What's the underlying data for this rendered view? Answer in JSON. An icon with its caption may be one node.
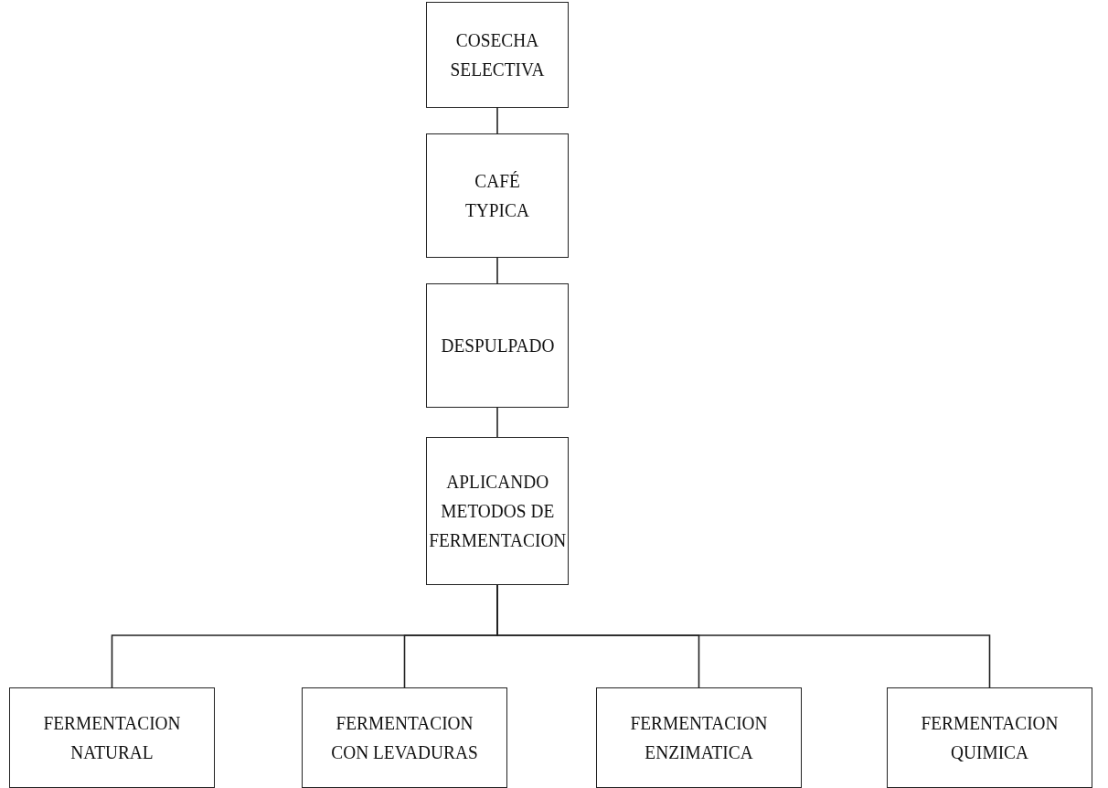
{
  "diagram": {
    "nodes": [
      {
        "text": [
          "COSECHA SELECTIVA"
        ]
      },
      {
        "text": [
          "CAFÉ TYPICA"
        ]
      },
      {
        "text": [
          "DESPULPADO"
        ]
      },
      {
        "text": [
          "APLICANDO METODOS DE FERMENTACION"
        ]
      },
      {
        "text": [
          "FERMENTACION NATURAL"
        ]
      },
      {
        "text": [
          "FERMENTACION CON LEVADURAS"
        ]
      },
      {
        "text": [
          "FERMENTACION ENZIMATICA"
        ]
      },
      {
        "text": [
          "FERMENTACION QUIMICA"
        ]
      }
    ],
    "edges": [
      {
        "from": 0,
        "to": 1,
        "arrow": "none"
      },
      {
        "from": 1,
        "to": 2,
        "arrow": "none"
      },
      {
        "from": 2,
        "to": 3,
        "arrow": "none"
      },
      {
        "from": 3,
        "to": 4,
        "arrow": "none"
      },
      {
        "from": 3,
        "to": 5,
        "arrow": "none"
      },
      {
        "from": 3,
        "to": 6,
        "arrow": "none"
      },
      {
        "from": 3,
        "to": 7,
        "arrow": "none"
      }
    ]
  }
}
